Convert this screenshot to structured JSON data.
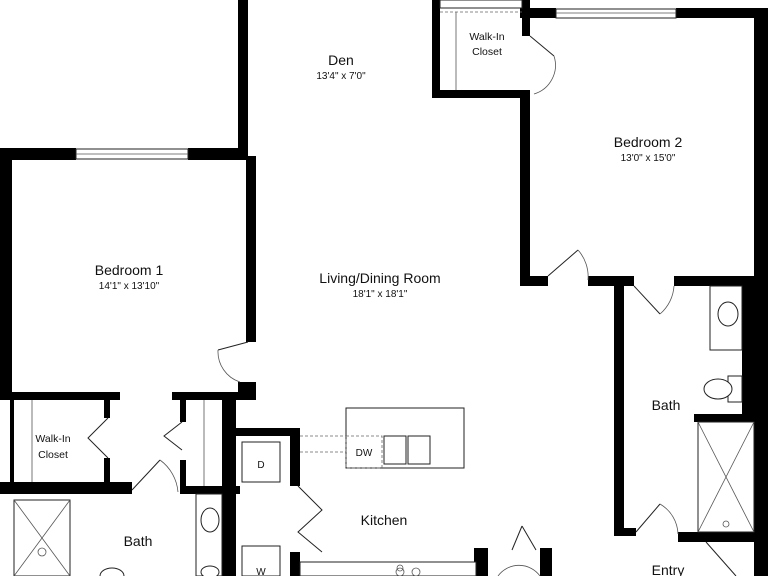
{
  "rooms": {
    "den": {
      "name": "Den",
      "dims": "13'4\" x 7'0\""
    },
    "bedroom1": {
      "name": "Bedroom 1",
      "dims": "14'1\" x 13'10\""
    },
    "bedroom2": {
      "name": "Bedroom 2",
      "dims": "13'0\" x 15'0\""
    },
    "living": {
      "name": "Living/Dining Room",
      "dims": "18'1\" x 18'1\""
    },
    "walkin1": {
      "line1": "Walk-In",
      "line2": "Closet"
    },
    "walkin2": {
      "line1": "Walk-In",
      "line2": "Closet"
    },
    "bath1": {
      "name": "Bath"
    },
    "bath2": {
      "name": "Bath"
    },
    "kitchen": {
      "name": "Kitchen"
    },
    "entry": {
      "name": "Entry"
    }
  },
  "appliances": {
    "dryer": "D",
    "washer": "W",
    "dishwasher": "DW"
  }
}
